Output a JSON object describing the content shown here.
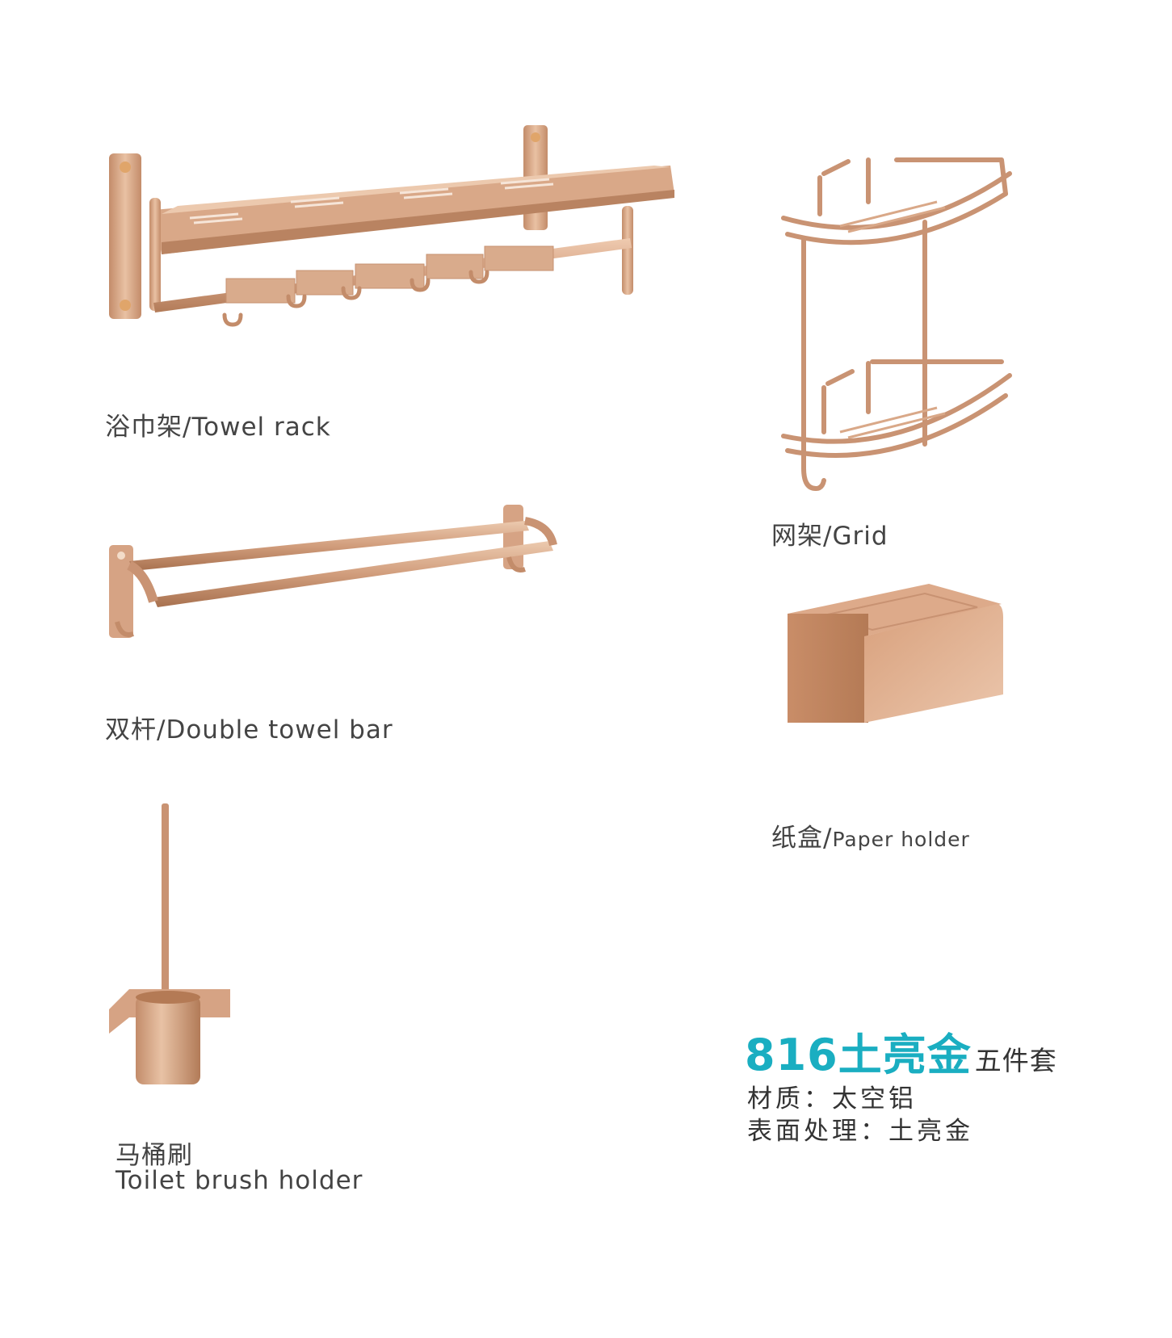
{
  "products": [
    {
      "id": "towel-rack",
      "label_cn": "浴巾架",
      "separator": "/",
      "label_en": "Towel rack"
    },
    {
      "id": "grid",
      "label_cn": "网架",
      "separator": "/",
      "label_en": "Grid"
    },
    {
      "id": "double-towel-bar",
      "label_cn": "双杆",
      "separator": "/",
      "label_en": "Double towel bar"
    },
    {
      "id": "paper-holder",
      "label_cn": "纸盒",
      "separator": "/",
      "label_en": "Paper holder"
    },
    {
      "id": "toilet-brush-holder",
      "label_cn": "马桶刷",
      "label_en": "Toilet brush holder"
    }
  ],
  "set_info": {
    "model": "816土亮金",
    "suffix": "五件套",
    "material": "材质：太空铝",
    "finish": "表面处理：土亮金"
  },
  "colors": {
    "accent": "#1aaec1",
    "text": "#444444",
    "metal_light": "#e8bd9c",
    "metal_mid": "#c99373",
    "metal_dark": "#a8714f"
  }
}
